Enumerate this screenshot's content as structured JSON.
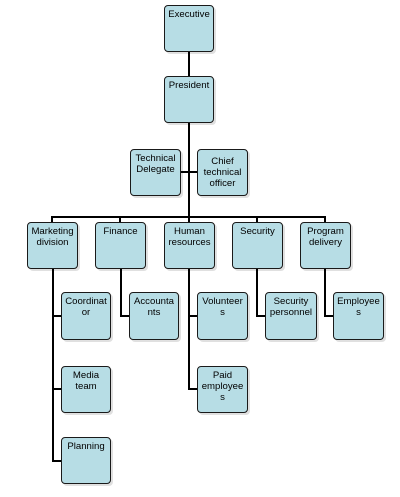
{
  "chart": {
    "executive": "Executive",
    "president": "President",
    "technical_delegate": "Technical\nDelegate",
    "chief_technical_officer": "Chief\ntechnical\nofficer",
    "marketing_division": "Marketing\ndivision",
    "finance": "Finance",
    "human_resources": "Human\nresources",
    "security": "Security",
    "program_delivery": "Program\ndelivery",
    "coordinator": "Coordinat\nor",
    "media_team": "Media\nteam",
    "planning": "Planning",
    "accountants": "Accounta\nnts",
    "volunteers": "Volunteer\ns",
    "paid_employees": "Paid\nemployee\ns",
    "security_personnel": "Security\npersonnel",
    "employees": "Employee\ns"
  }
}
